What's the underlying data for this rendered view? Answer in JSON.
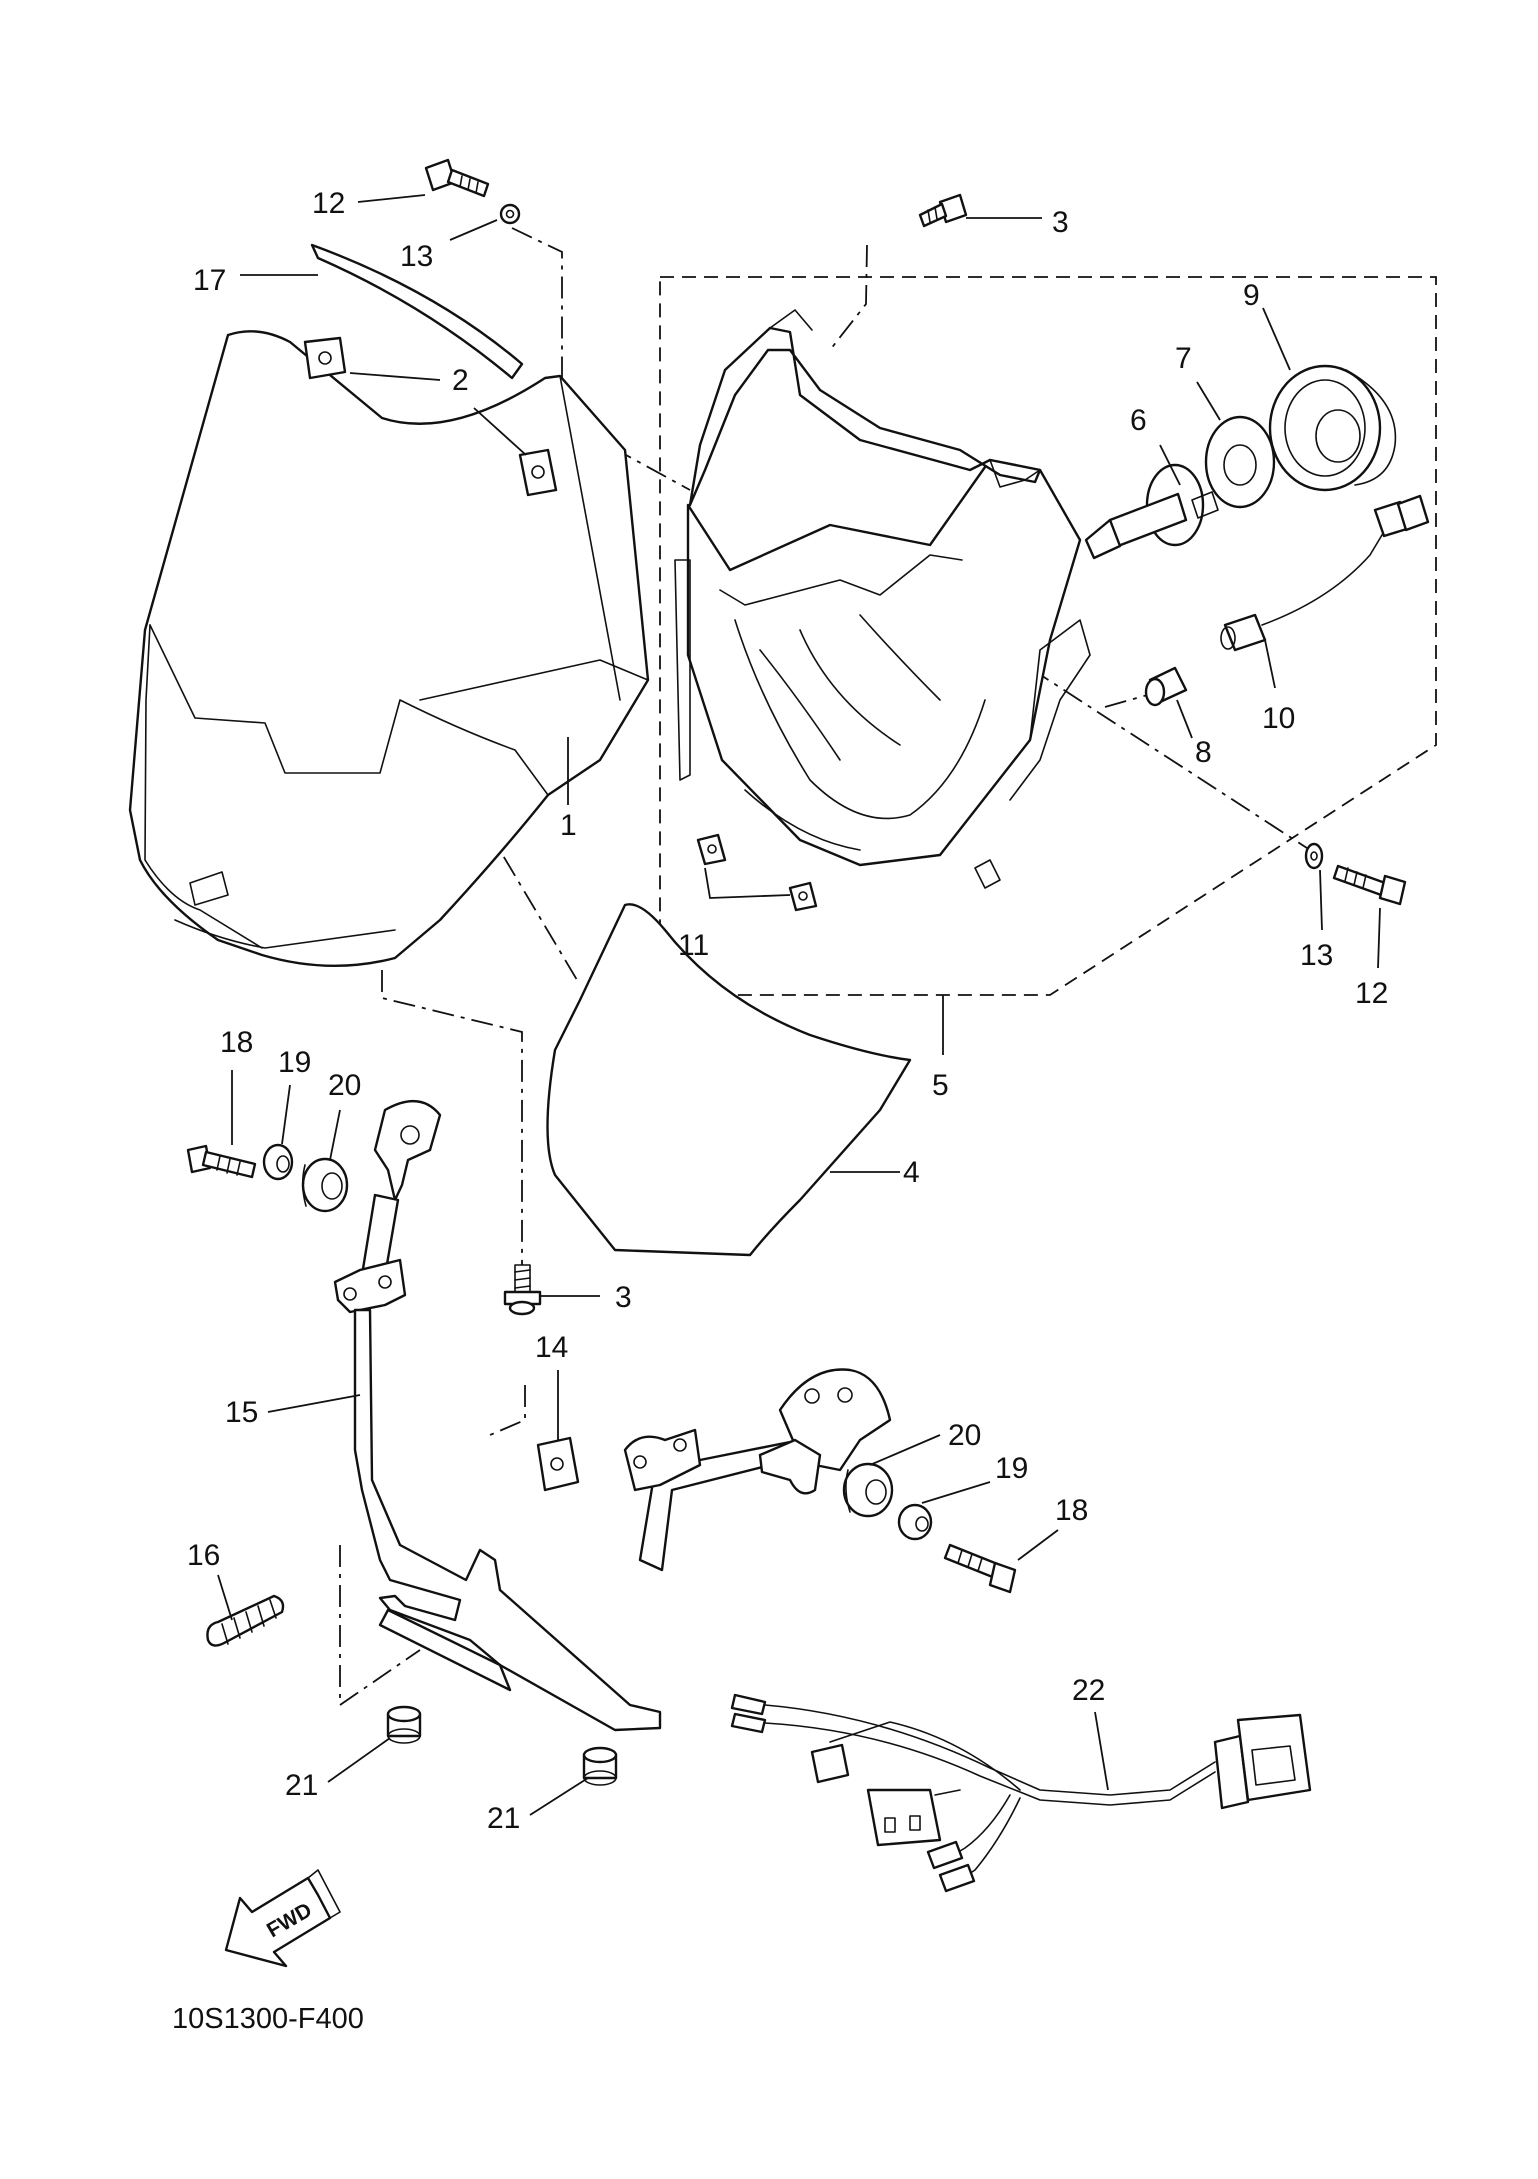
{
  "callouts": {
    "c1": "1",
    "c2": "2",
    "c3_top": "3",
    "c3_mid": "3",
    "c4": "4",
    "c5": "5",
    "c6": "6",
    "c7": "7",
    "c8": "8",
    "c9": "9",
    "c10": "10",
    "c11": "11",
    "c12_top": "12",
    "c12_right": "12",
    "c13_top": "13",
    "c13_right": "13",
    "c14": "14",
    "c15": "15",
    "c16": "16",
    "c17": "17",
    "c18_left": "18",
    "c18_right": "18",
    "c19_left": "19",
    "c19_right": "19",
    "c20_left": "20",
    "c20_right": "20",
    "c21_left": "21",
    "c21_right": "21",
    "c22": "22"
  },
  "fwd_label": "FWD",
  "drawing_code": "10S1300-F400"
}
